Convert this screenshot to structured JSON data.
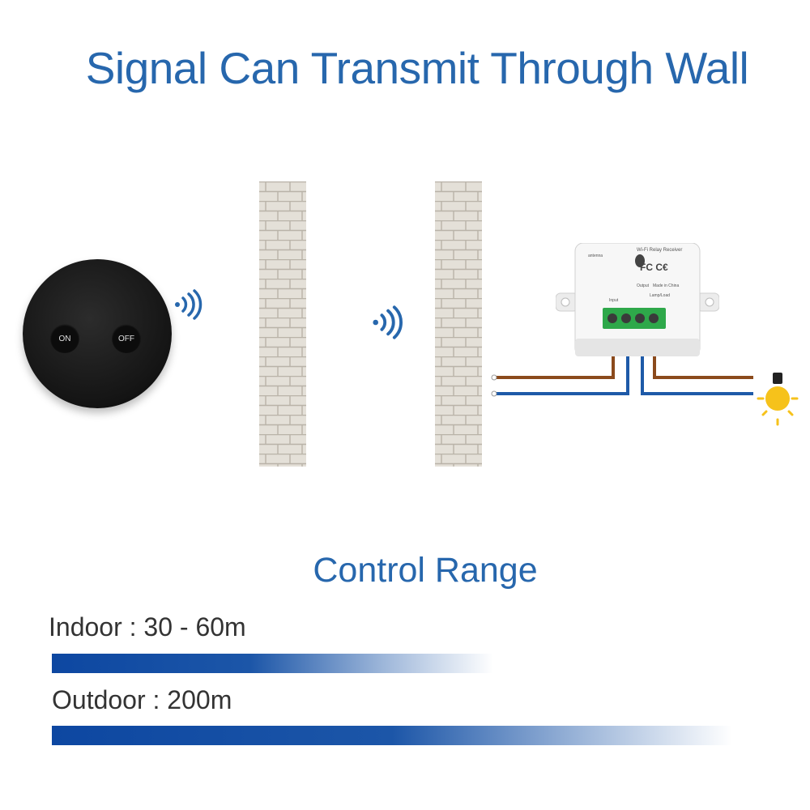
{
  "title": "Signal Can Transmit Through Wall",
  "range_title": "Control Range",
  "ranges": [
    {
      "label": "Indoor : 30 - 60m"
    },
    {
      "label": "Outdoor : 200m"
    }
  ],
  "remote": {
    "on_label": "ON",
    "off_label": "OFF"
  },
  "receiver": {
    "device_label": "Wi-Fi Relay Receiver",
    "antenna_label": "antenna",
    "input_label": "Input",
    "output_label": "Output",
    "lamp_label": "Lamp/Load",
    "made_in": "Made in China"
  },
  "icons": {
    "signal": "wifi-signal-icon",
    "bulb": "light-bulb-icon"
  },
  "colors": {
    "title": "#2767ad",
    "bar": "#0d47a1",
    "brown_wire": "#8b4a1c",
    "blue_wire": "#1e5aa8",
    "bulb": "#f6c21b"
  }
}
